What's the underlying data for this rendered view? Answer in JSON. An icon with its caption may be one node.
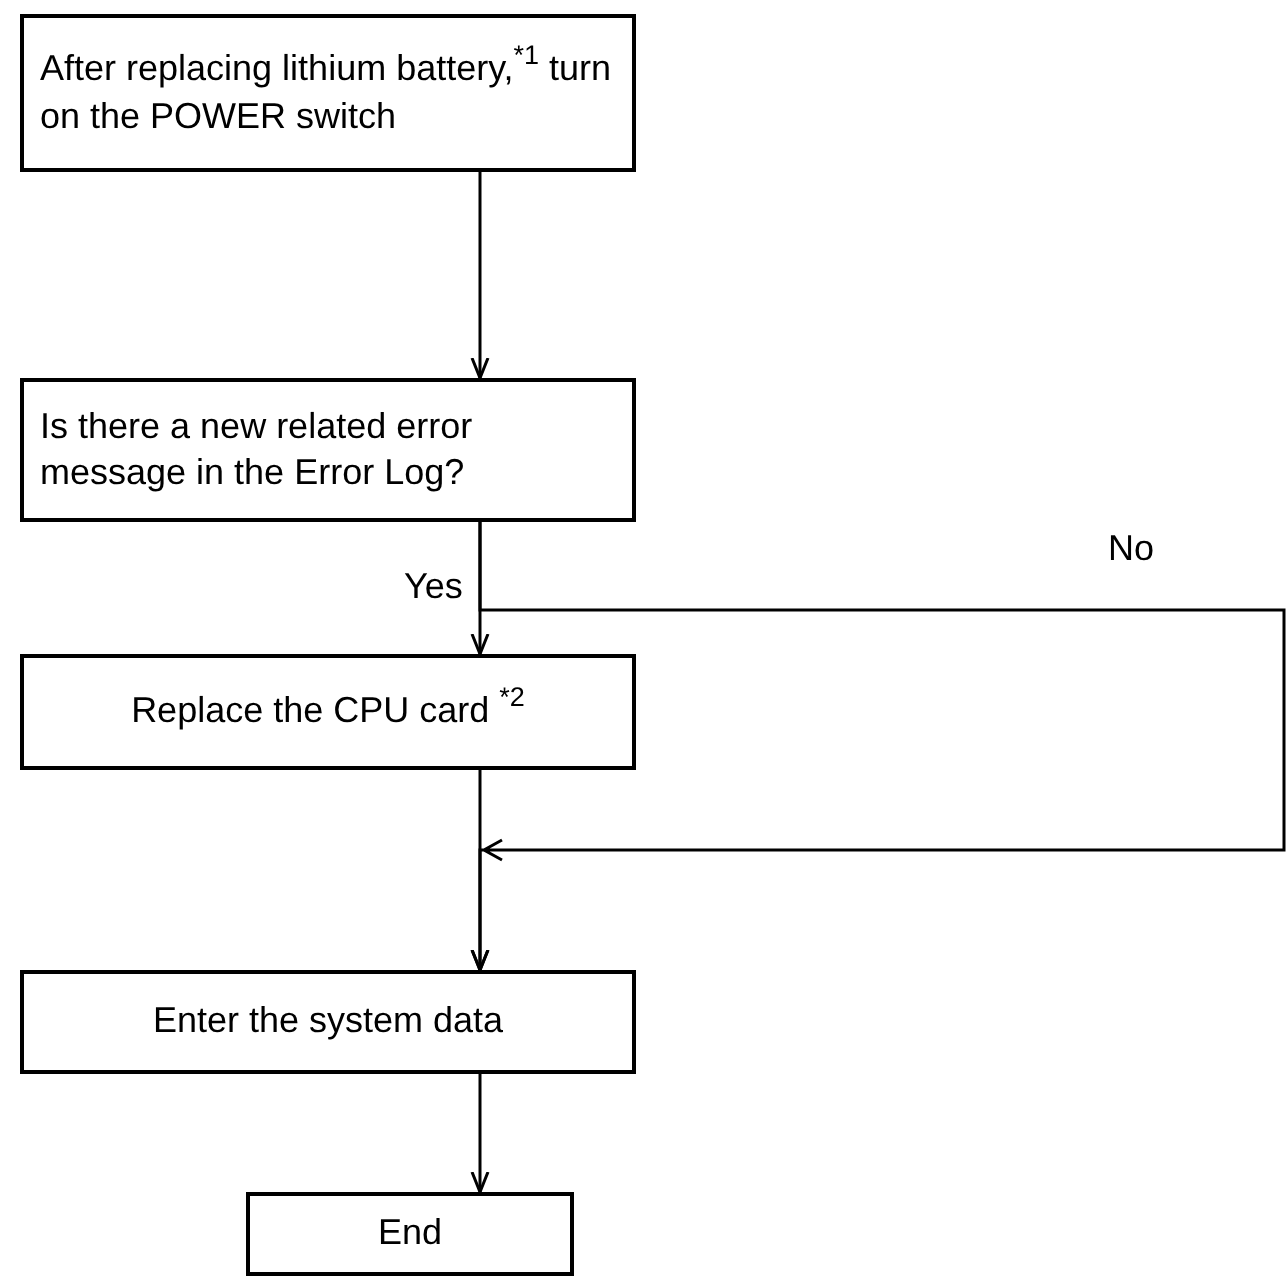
{
  "diagram": {
    "nodes": [
      {
        "text": [
          "After replacing lithium battery,$^{*1}$ turn on the POWER switch"
        ]
      },
      {
        "text": [
          "Is there a new related error message in the Error Log?"
        ]
      },
      {
        "text": [
          "Replace the CPU card $^{*2}$"
        ]
      },
      {
        "text": [
          "Enter the system data"
        ]
      },
      {
        "text": [
          "End"
        ]
      }
    ],
    "edges": [
      {
        "from": 0,
        "to": 1,
        "arrow": "to"
      },
      {
        "from": 1,
        "to": 2,
        "arrow": "to",
        "label": "Yes"
      },
      {
        "from": 1,
        "to": 3,
        "arrow": "to",
        "label": "No"
      },
      {
        "from": 2,
        "to": 3,
        "arrow": "to"
      },
      {
        "from": 3,
        "to": 4,
        "arrow": "to"
      }
    ]
  }
}
